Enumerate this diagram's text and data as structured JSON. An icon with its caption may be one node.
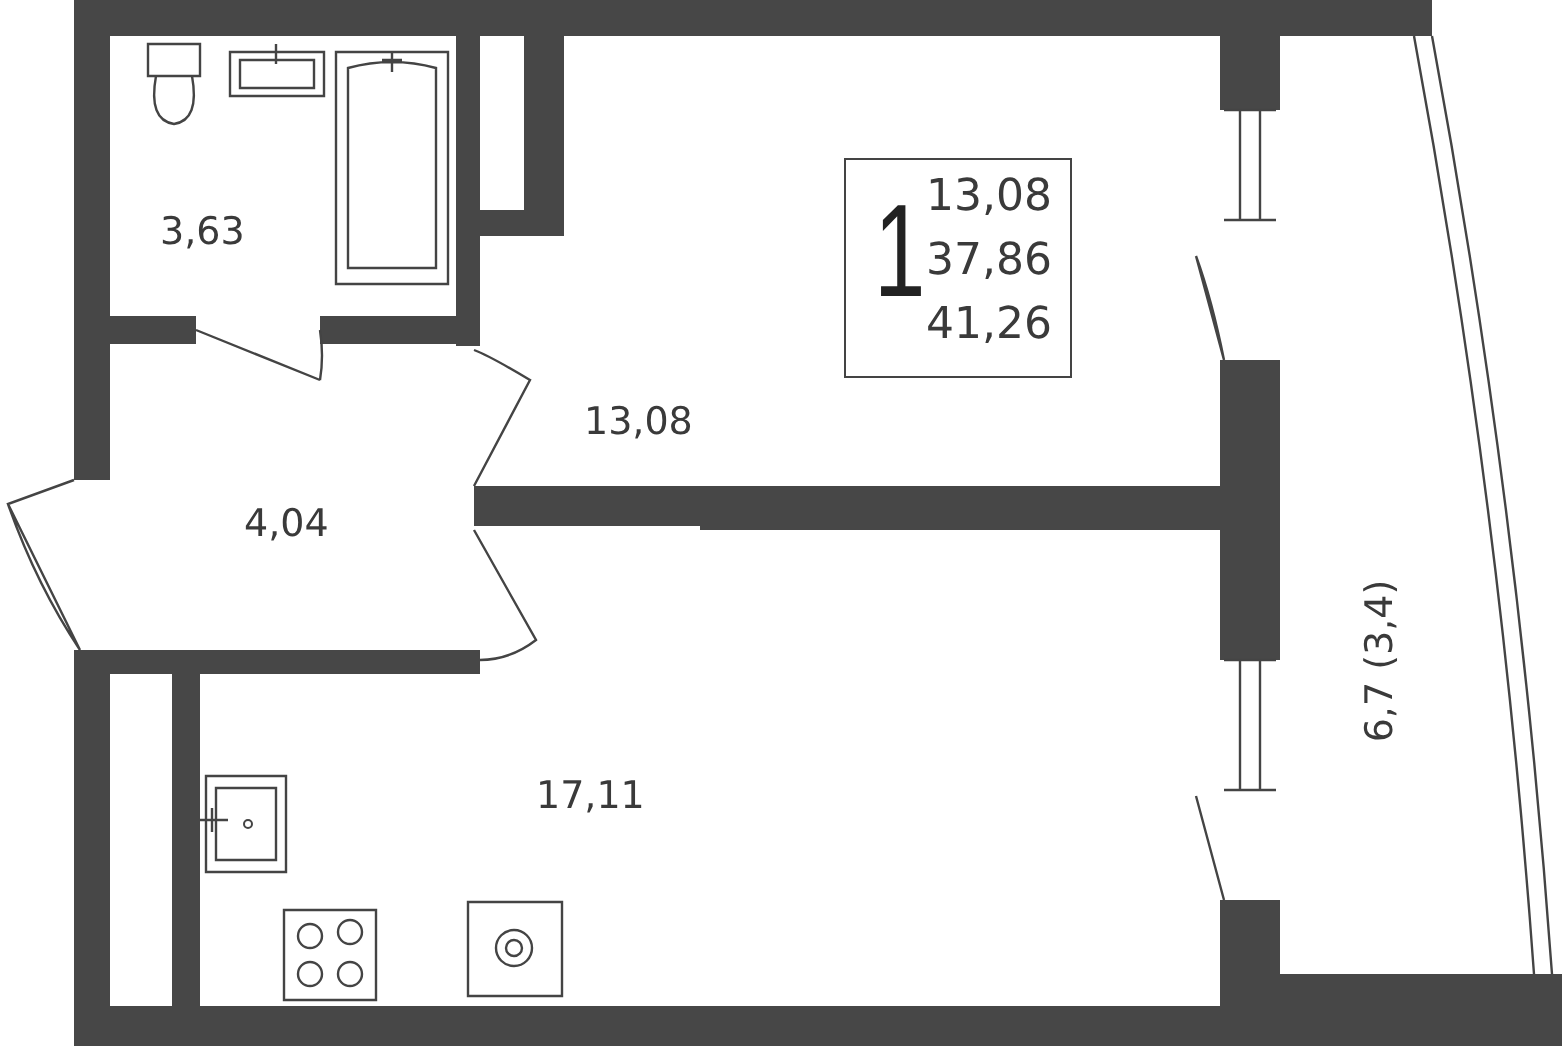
{
  "diagram": {
    "nodes": [
      {
        "text": [
          "1",
          "13,08",
          "37,86",
          "41,26"
        ]
      }
    ],
    "edges": [],
    "labels": [
      "3,63",
      "13,08",
      "4,04",
      "17,11",
      "6,7 (3,4)"
    ]
  }
}
